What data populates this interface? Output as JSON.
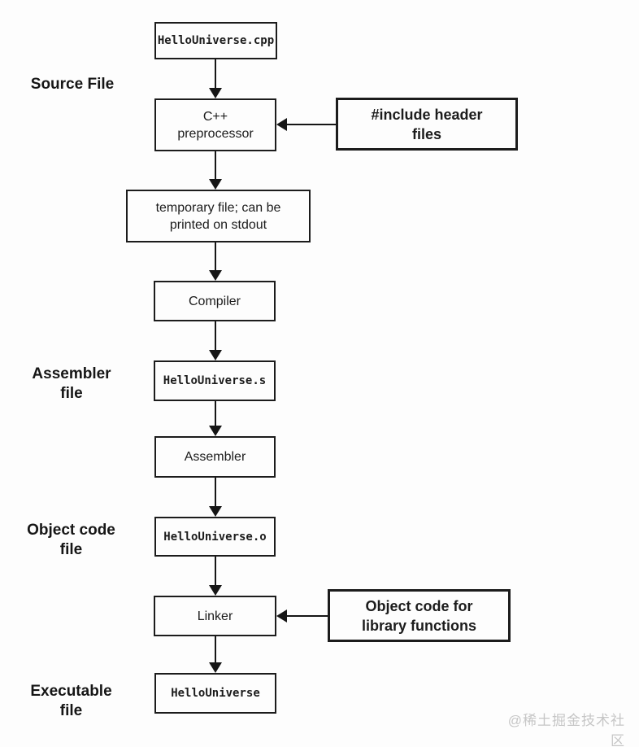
{
  "nodes": {
    "cpp_file": {
      "text": "HelloUniverse.cpp"
    },
    "preprocessor": {
      "lines": [
        "C++",
        "preprocessor"
      ]
    },
    "include_header": {
      "lines": [
        "#include header",
        "files"
      ]
    },
    "temp_file": {
      "lines": [
        "temporary file; can be",
        "printed on stdout"
      ]
    },
    "compiler": {
      "text": "Compiler"
    },
    "asm_file": {
      "text": "HelloUniverse.s"
    },
    "assembler": {
      "text": "Assembler"
    },
    "obj_file": {
      "text": "HelloUniverse.o"
    },
    "linker": {
      "text": "Linker"
    },
    "obj_code_lib": {
      "lines": [
        "Object code for",
        "library functions"
      ]
    },
    "exe_file": {
      "text": "HelloUniverse"
    }
  },
  "side_labels": {
    "source": {
      "lines": [
        "Source File"
      ]
    },
    "assembler": {
      "lines": [
        "Assembler",
        "file"
      ]
    },
    "object": {
      "lines": [
        "Object code",
        "file"
      ]
    },
    "executable": {
      "lines": [
        "Executable",
        "file"
      ]
    }
  },
  "watermark": "@稀土掘金技术社区",
  "colors": {
    "background": "#fdfdfd",
    "line": "#161616",
    "box_border": "#1c1c1c",
    "watermark": "#c6c6c6"
  }
}
